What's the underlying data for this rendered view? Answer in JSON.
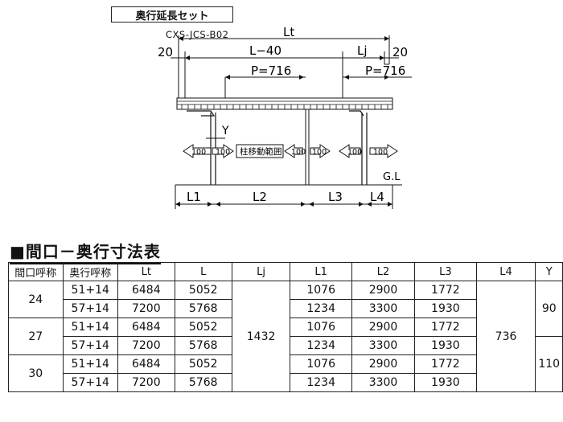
{
  "diagram": {
    "set_name": "奥行延長セット",
    "model_code": "CXS-JCS-B02",
    "dims": {
      "lt": "Lt",
      "l_minus_40": "L−40",
      "lj": "Lj",
      "edge_left": "20",
      "edge_right": "20",
      "pitch_left": "P=716",
      "pitch_right": "P=716",
      "y": "Y",
      "l1": "L1",
      "l2": "L2",
      "l3": "L3",
      "l4": "L4",
      "gl": "G.L",
      "shift_100": "100",
      "post_move_range": "柱移動範囲"
    }
  },
  "table": {
    "title": "■間口－奥行寸法表",
    "headers": [
      "間口呼称",
      "奥行呼称",
      "Lt",
      "L",
      "Lj",
      "L1",
      "L2",
      "L3",
      "L4",
      "Y"
    ],
    "groups": [
      {
        "width": "24",
        "rows": [
          {
            "depth": "51+14",
            "lt": "6484",
            "l": "5052",
            "l1": "1076",
            "l2": "2900",
            "l3": "1772"
          },
          {
            "depth": "57+14",
            "lt": "7200",
            "l": "5768",
            "l1": "1234",
            "l2": "3300",
            "l3": "1930"
          }
        ]
      },
      {
        "width": "27",
        "rows": [
          {
            "depth": "51+14",
            "lt": "6484",
            "l": "5052",
            "l1": "1076",
            "l2": "2900",
            "l3": "1772"
          },
          {
            "depth": "57+14",
            "lt": "7200",
            "l": "5768",
            "l1": "1234",
            "l2": "3300",
            "l3": "1930"
          }
        ]
      },
      {
        "width": "30",
        "rows": [
          {
            "depth": "51+14",
            "lt": "6484",
            "l": "5052",
            "l1": "1076",
            "l2": "2900",
            "l3": "1772"
          },
          {
            "depth": "57+14",
            "lt": "7200",
            "l": "5768",
            "l1": "1234",
            "l2": "3300",
            "l3": "1930"
          }
        ]
      }
    ],
    "lj_value": "1432",
    "l4_value": "736",
    "y_values": [
      "90",
      "110"
    ]
  }
}
